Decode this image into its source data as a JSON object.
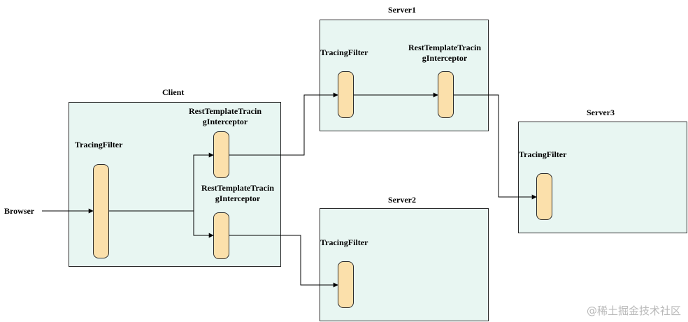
{
  "browser": "Browser",
  "client": {
    "title": "Client",
    "filter": "TracingFilter",
    "interceptor1": [
      "RestTemplateTracin",
      "gInterceptor"
    ],
    "interceptor2": [
      "RestTemplateTracin",
      "gInterceptor"
    ]
  },
  "server1": {
    "title": "Server1",
    "filter": "TracingFilter",
    "interceptor": [
      "RestTemplateTracin",
      "gInterceptor"
    ]
  },
  "server2": {
    "title": "Server2",
    "filter": "TracingFilter"
  },
  "server3": {
    "title": "Server3",
    "filter": "TracingFilter"
  },
  "watermark": "@稀土掘金技术社区",
  "colors": {
    "box_fill": "#e8f6f2",
    "node_fill": "#fbe0ab",
    "stroke": "#2b2b2b"
  }
}
